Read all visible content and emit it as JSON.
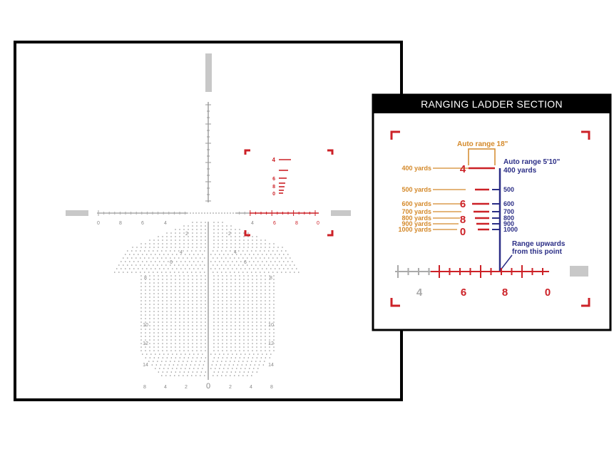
{
  "colors": {
    "frame": "#000000",
    "reticle_gray": "#aaaaaa",
    "tick_gray": "#b5b5b5",
    "red": "#cc2127",
    "orange": "#d4892a",
    "blue": "#2b2e86",
    "bar_gray": "#c8c8c8"
  },
  "reticle": {
    "left_scale_labels": [
      "0",
      "8",
      "6",
      "4"
    ],
    "right_scale_labels": [
      "4",
      "6",
      "8",
      "0"
    ],
    "right_scale_label_colors": [
      "#888888",
      "#cc2127",
      "#cc2127",
      "#cc2127"
    ],
    "ladder_labels": [
      "4",
      "6",
      "8",
      "0"
    ],
    "tree_labels_left": [
      "2",
      "4",
      "6",
      "8",
      "10",
      "12",
      "14"
    ],
    "tree_labels_right": [
      "2",
      "4",
      "6",
      "8",
      "10",
      "12",
      "14"
    ],
    "bottom_labels": [
      "8",
      "4",
      "2",
      "0",
      "2",
      "4",
      "8"
    ]
  },
  "panel": {
    "title": "RANGING LADDER SECTION",
    "auto_range_18": "Auto range 18\"",
    "auto_range_5_10": "Auto range 5'10\"",
    "auto_range_400": "400 yards",
    "range_upwards_1": "Range upwards",
    "range_upwards_2": "from this point",
    "yards_labels": [
      "400 yards",
      "500 yards",
      "600 yards",
      "700 yards",
      "800 yards",
      "900 yards",
      "1000 yards"
    ],
    "blue_labels": [
      "500",
      "600",
      "700",
      "800",
      "900",
      "1000"
    ],
    "ladder_numbers": [
      "4",
      "6",
      "8",
      "0"
    ],
    "bottom_scale_labels": [
      "4",
      "6",
      "8",
      "0"
    ]
  }
}
